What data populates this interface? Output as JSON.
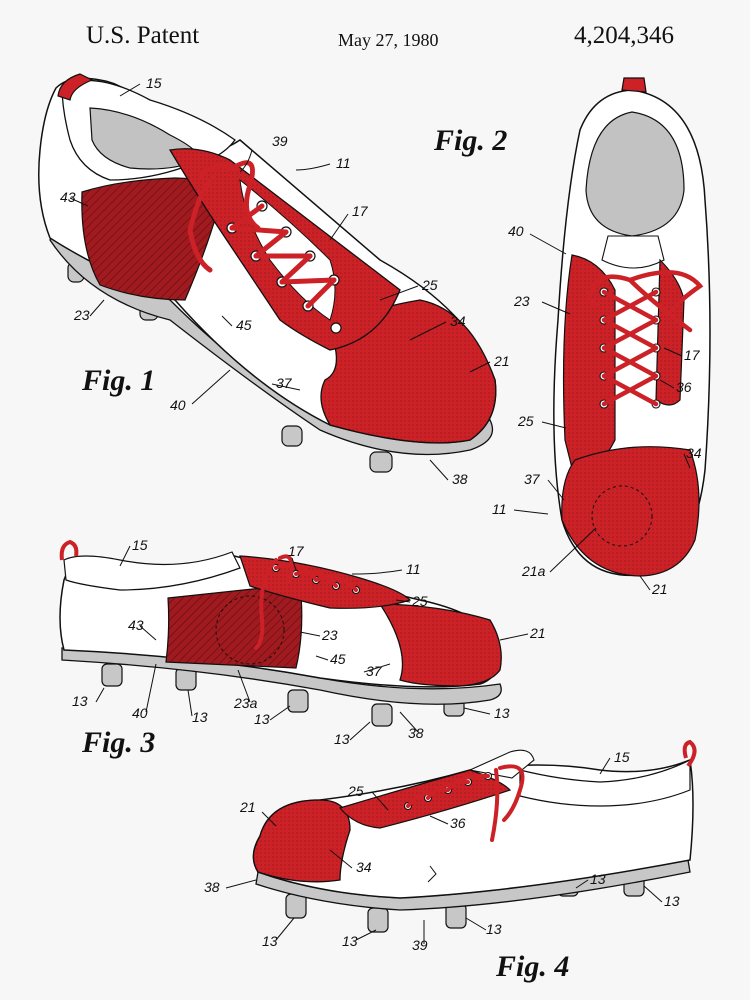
{
  "header": {
    "left": "U.S. Patent",
    "date": "May 27, 1980",
    "number": "4,204,346"
  },
  "figures": {
    "fig1": "Fig. 1",
    "fig2": "Fig. 2",
    "fig3": "Fig. 3",
    "fig4": "Fig. 4"
  },
  "refs": {
    "r11": "11",
    "r13": "13",
    "r15": "15",
    "r17": "17",
    "r21": "21",
    "r21a": "21a",
    "r23": "23",
    "r23a": "23a",
    "r25": "25",
    "r34": "34",
    "r36": "36",
    "r37": "37",
    "r38": "38",
    "r39": "39",
    "r40": "40",
    "r43": "43",
    "r45": "45"
  },
  "colors": {
    "red": "#cc2127",
    "dark_red": "#a11a1f",
    "white": "#ffffff",
    "ink": "#111111",
    "gray": "#b8b8b8",
    "sole": "#c7c7c7"
  }
}
